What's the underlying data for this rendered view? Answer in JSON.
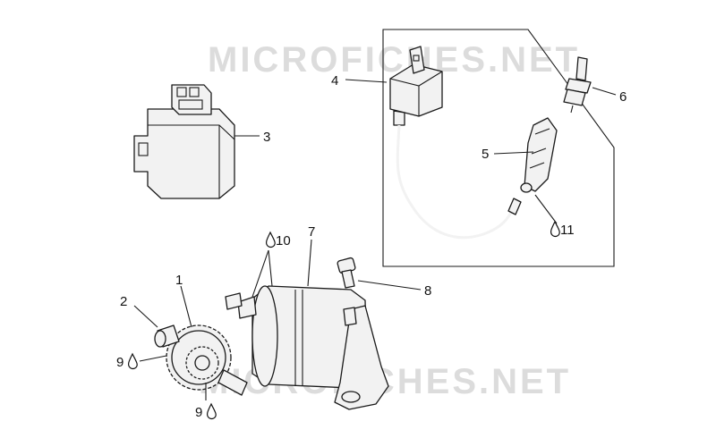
{
  "watermark": "MICROFICHES.NET",
  "callouts": {
    "c1": "1",
    "c2": "2",
    "c3": "3",
    "c4": "4",
    "c5": "5",
    "c6": "6",
    "c7": "7",
    "c8": "8",
    "c9a": "9",
    "c9b": "9",
    "c10": "10",
    "c11": "11"
  },
  "icons": {
    "lubricant": "oil-drop-icon"
  },
  "colors": {
    "line": "#1a1a1a",
    "fill": "#f2f2f2",
    "watermark": "#dcdcdc"
  }
}
